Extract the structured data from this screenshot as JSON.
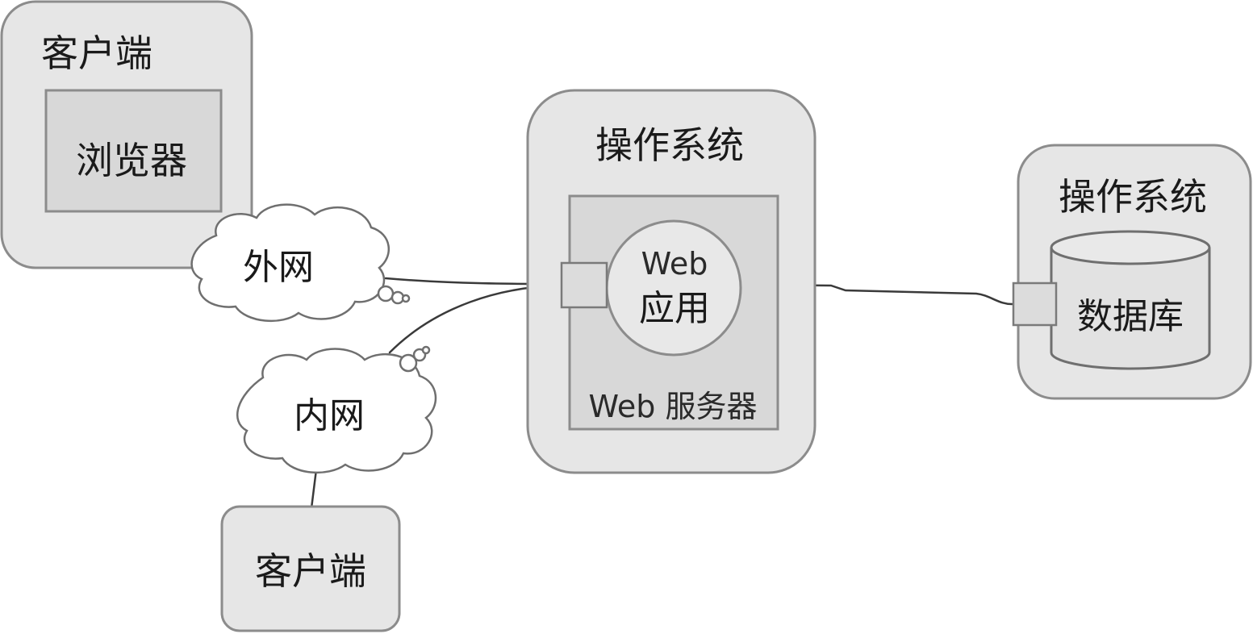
{
  "client_top": {
    "title": "客户端",
    "browser_label": "浏览器"
  },
  "cloud_external": {
    "label": "外网"
  },
  "cloud_internal": {
    "label": "内网"
  },
  "client_bottom": {
    "title": "客户端"
  },
  "web_os": {
    "title": "操作系统",
    "web_app_line1": "Web",
    "web_app_line2": "应用",
    "server_label": "Web 服务器"
  },
  "db_os": {
    "title": "操作系统",
    "database_label": "数据库"
  }
}
